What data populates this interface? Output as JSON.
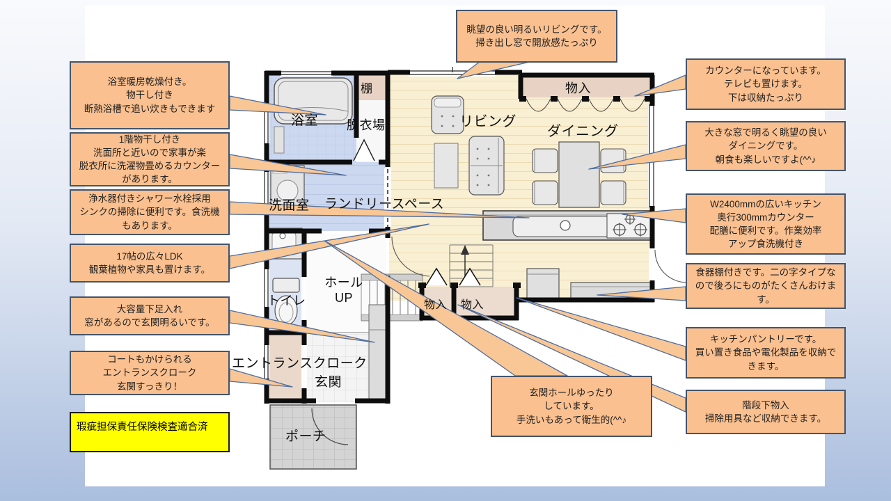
{
  "palette": {
    "slide_bg_top": "#f9fafd",
    "slide_bg_bottom": "#aabede",
    "panel_bg": "#ffffff",
    "callout_fill": "#fac090",
    "callout_border": "#44546a",
    "pointer_fill": "#f8c795",
    "badge_fill": "#ffff00",
    "floor_wood": "#f9efd2",
    "floor_wet_blue": "#ccd8f0",
    "floor_storage_tan": "#e7d2c3",
    "floor_porch_gray": "#d4d4d4"
  },
  "callouts": {
    "top": {
      "text": "眺望の良い明るいリビングです。掃き出し窓で開放感たっぷり"
    },
    "left": [
      {
        "text": "浴室暖房乾燥付き。\n物干し付き\n断熱浴槽で追い炊きもできます"
      },
      {
        "text": "1階物干し付き\n洗面所と近いので家事が楽\n脱衣所に洗濯物畳めるカウンターがあります。"
      },
      {
        "text": "浄水器付きシャワー水栓採用\nシンクの掃除に便利です。食洗機もあります。"
      },
      {
        "text": "17帖の広々LDK\n観葉植物や家具も置けます。"
      },
      {
        "text": "大容量下足入れ\n窓があるので玄関明るいです。"
      },
      {
        "text": "コートもかけられる\nエントランスクローク\n玄関すっきり！"
      }
    ],
    "right": [
      {
        "text": "カウンターになっています。\nテレビも置けます。\n下は収納たっぷり"
      },
      {
        "text": "大きな窓で明るく眺望の良い\nダイニングです。\n朝食も楽しいですよ(^^♪"
      },
      {
        "text": "W2400mmの広いキッチン\n奥行300mmカウンター\n配膳に便利です。作業効率\nアップ食洗機付き"
      },
      {
        "text": "食器棚付きです。二の字タイプなので後ろにものがたくさんおけます。"
      },
      {
        "text": "キッチンパントリーです。\n買い置き食品や電化製品を収納できます。"
      },
      {
        "text": "階段下物入\n掃除用具など収納できます。"
      }
    ],
    "bottom": {
      "text": "玄関ホールゆったり\nしています。\n手洗いもあって衛生的(^^♪"
    },
    "badge": {
      "text": "瑕疵担保責任保険検査適合済"
    }
  },
  "floorplan": {
    "labels": {
      "bath": "浴室",
      "shelf": "棚",
      "dressing": "脱衣場",
      "washroom": "洗面室",
      "laundry": "ランドリースペース",
      "living": "リビング",
      "dining": "ダイニング",
      "storage_top": "物入",
      "toilet": "トイレ",
      "hall": "ホール\nUP",
      "storage_a": "物入",
      "storage_b": "物入",
      "entrance_cloak": "エントランスクローク",
      "entrance": "玄関",
      "porch": "ポーチ"
    }
  }
}
